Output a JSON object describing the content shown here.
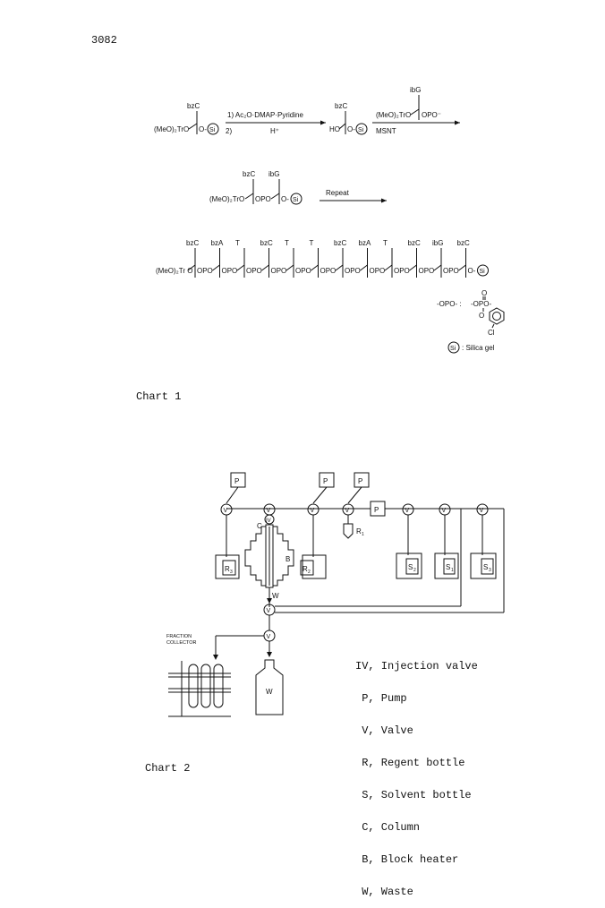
{
  "page": {
    "number": "3082"
  },
  "chart1": {
    "caption": "Chart 1",
    "step1": {
      "start_5prime": "(MeO)₂TrO",
      "start_base": "bzC",
      "start_3prime": "O-",
      "support_label": "Si",
      "reagent_line1": "1) Ac₂O·DMAP·Pyridine",
      "reagent_line2_num": "2)",
      "reagent_line2": "H⁺",
      "product_5prime": "HO",
      "product_base": "bzC",
      "product_3prime": "O-",
      "incoming_base": "ibG",
      "incoming_5prime": "(MeO)₂TrO",
      "incoming_3prime": "OPO⁻",
      "coupling_reagent": "MSNT"
    },
    "step2": {
      "5prime": "(MeO)₂TrO",
      "bases": [
        "bzC",
        "ibG"
      ],
      "linker": "OPO",
      "tail": "O-",
      "arrow_label": "Repeat"
    },
    "step3": {
      "5prime": "(MeO)₂Tr O",
      "bases": [
        "bzC",
        "bzA",
        "T",
        "bzC",
        "T",
        "T",
        "bzC",
        "bzA",
        "T",
        "bzC",
        "ibG",
        "bzC"
      ],
      "linker": "OPO",
      "tail": "O-"
    },
    "legend": {
      "opo_def_left": "-OPO- :",
      "opo_def_right": "-OPO-",
      "opo_o_top": "O",
      "opo_o_bottom": "O",
      "chloro": "Cl",
      "si_label": "Si",
      "si_def": ": Silica gel"
    }
  },
  "chart2": {
    "caption": "Chart 2",
    "labels": {
      "pump": "P",
      "valve": "V",
      "injection_valve": "IV",
      "column": "C",
      "block_heater": "B",
      "waste": "W",
      "r1": "R",
      "r1_sub": "1",
      "r2": "R",
      "r2_sub": "2",
      "r3": "R",
      "r3_sub": "3",
      "s1": "S",
      "s1_sub": "1",
      "s2": "S",
      "s2_sub": "2",
      "s3": "S",
      "s3_sub": "3",
      "fraction_collector_line1": "FRACTION",
      "fraction_collector_line2": "COLLECTOR"
    },
    "legend": [
      "IV, Injection valve",
      " P, Pump",
      " V, Valve",
      " R, Regent bottle",
      " S, Solvent bottle",
      " C, Column",
      " B, Block heater",
      " W, Waste"
    ]
  }
}
